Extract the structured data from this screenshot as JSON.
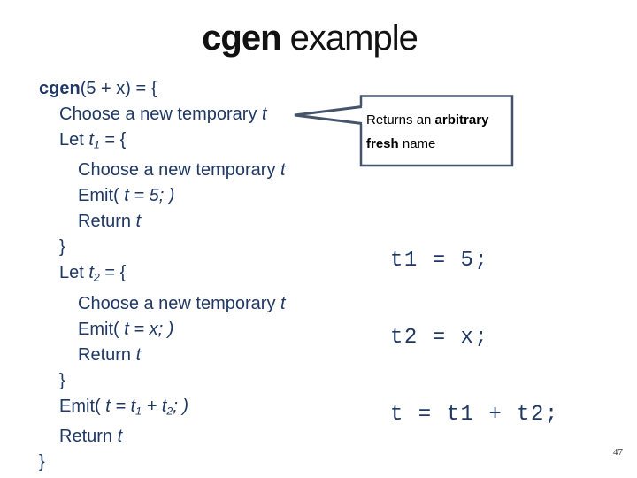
{
  "title": {
    "lines": [
      {
        "runs": [
          {
            "t": "cgen",
            "b": 1
          },
          {
            "t": " example"
          }
        ]
      }
    ]
  },
  "code_block": {
    "lines": [
      {
        "indent": 0,
        "runs": [
          {
            "t": "cgen",
            "b": 1
          },
          {
            "t": "(5 + x) = {"
          }
        ]
      },
      {
        "indent": 1,
        "runs": [
          {
            "t": "Choose a new temporary "
          },
          {
            "t": "t",
            "i": 1
          }
        ]
      },
      {
        "indent": 1,
        "runs": [
          {
            "t": "Let "
          },
          {
            "t": "t",
            "i": 1
          },
          {
            "t": "1",
            "i": 1,
            "sub": 1
          },
          {
            "t": " = {"
          }
        ]
      },
      {
        "indent": 2,
        "runs": [
          {
            "t": "Choose a new temporary "
          },
          {
            "t": "t",
            "i": 1
          }
        ]
      },
      {
        "indent": 2,
        "runs": [
          {
            "t": "Emit( "
          },
          {
            "t": "t",
            "i": 1
          },
          {
            "t": " = 5; )",
            "i": 1
          }
        ]
      },
      {
        "indent": 2,
        "runs": [
          {
            "t": "Return "
          },
          {
            "t": "t",
            "i": 1
          }
        ]
      },
      {
        "indent": 1,
        "runs": [
          {
            "t": "}"
          }
        ]
      },
      {
        "indent": 1,
        "runs": [
          {
            "t": "Let "
          },
          {
            "t": "t",
            "i": 1
          },
          {
            "t": "2",
            "i": 1,
            "sub": 1
          },
          {
            "t": " = {"
          }
        ]
      },
      {
        "indent": 2,
        "runs": [
          {
            "t": "Choose a new temporary "
          },
          {
            "t": "t",
            "i": 1
          }
        ]
      },
      {
        "indent": 2,
        "runs": [
          {
            "t": "Emit( "
          },
          {
            "t": "t",
            "i": 1
          },
          {
            "t": " = x; )",
            "i": 1
          }
        ]
      },
      {
        "indent": 2,
        "runs": [
          {
            "t": "Return "
          },
          {
            "t": "t",
            "i": 1
          }
        ]
      },
      {
        "indent": 1,
        "runs": [
          {
            "t": "}"
          }
        ]
      },
      {
        "indent": 1,
        "runs": [
          {
            "t": "Emit( "
          },
          {
            "t": "t",
            "i": 1
          },
          {
            "t": " = ",
            "i": 1
          },
          {
            "t": "t",
            "i": 1
          },
          {
            "t": "1",
            "i": 1,
            "sub": 1
          },
          {
            "t": " + ",
            "i": 1
          },
          {
            "t": "t",
            "i": 1
          },
          {
            "t": "2",
            "i": 1,
            "sub": 1
          },
          {
            "t": "; )",
            "i": 1
          }
        ]
      },
      {
        "indent": 1,
        "runs": [
          {
            "t": "Return "
          },
          {
            "t": "t",
            "i": 1
          }
        ]
      },
      {
        "indent": 0,
        "runs": [
          {
            "t": "}"
          }
        ]
      }
    ]
  },
  "callout": {
    "pointer_icon": "wedge-left",
    "lines": [
      {
        "runs": [
          {
            "t": "Returns an "
          },
          {
            "t": "arbitrary",
            "b": 1
          }
        ]
      },
      {
        "runs": [
          {
            "t": "fresh",
            "b": 1
          },
          {
            "t": " name"
          }
        ]
      }
    ]
  },
  "output_code": {
    "lines": [
      "t1 = 5;",
      "t2 = x;",
      "t = t1 + t2;"
    ]
  },
  "page_number": "47",
  "colors": {
    "code_text": "#1F3864",
    "callout_border": "#44546A",
    "title_text": "#111111",
    "callout_text": "#000000",
    "page_number_text": "#333333",
    "background": "#FFFFFF"
  }
}
